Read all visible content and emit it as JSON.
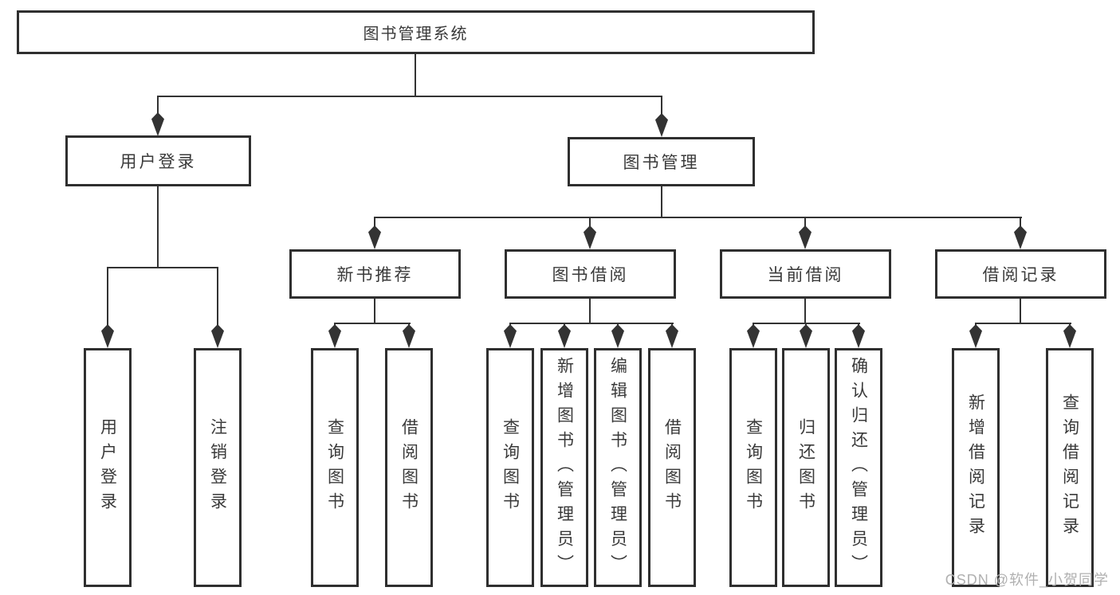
{
  "watermark": "CSDN @软件_小贺同学",
  "colors": {
    "line": "#333333",
    "box_border": "#2f2f2f",
    "text": "#3a3a3a",
    "watermark": "#b0b0b0",
    "background": "#ffffff"
  },
  "tree": {
    "label": "图书管理系统",
    "children": [
      {
        "label": "用户登录",
        "children": [
          {
            "label": "用户登录"
          },
          {
            "label": "注销登录"
          }
        ]
      },
      {
        "label": "图书管理",
        "children": [
          {
            "label": "新书推荐",
            "children": [
              {
                "label": "查询图书"
              },
              {
                "label": "借阅图书"
              }
            ]
          },
          {
            "label": "图书借阅",
            "children": [
              {
                "label": "查询图书"
              },
              {
                "label": "新增图书（管理员）"
              },
              {
                "label": "编辑图书（管理员）"
              },
              {
                "label": "借阅图书"
              }
            ]
          },
          {
            "label": "当前借阅",
            "children": [
              {
                "label": "查询图书"
              },
              {
                "label": "归还图书"
              },
              {
                "label": "确认归还（管理员）"
              }
            ]
          },
          {
            "label": "借阅记录",
            "children": [
              {
                "label": "新增借阅记录"
              },
              {
                "label": "查询借阅记录"
              }
            ]
          }
        ]
      }
    ]
  }
}
